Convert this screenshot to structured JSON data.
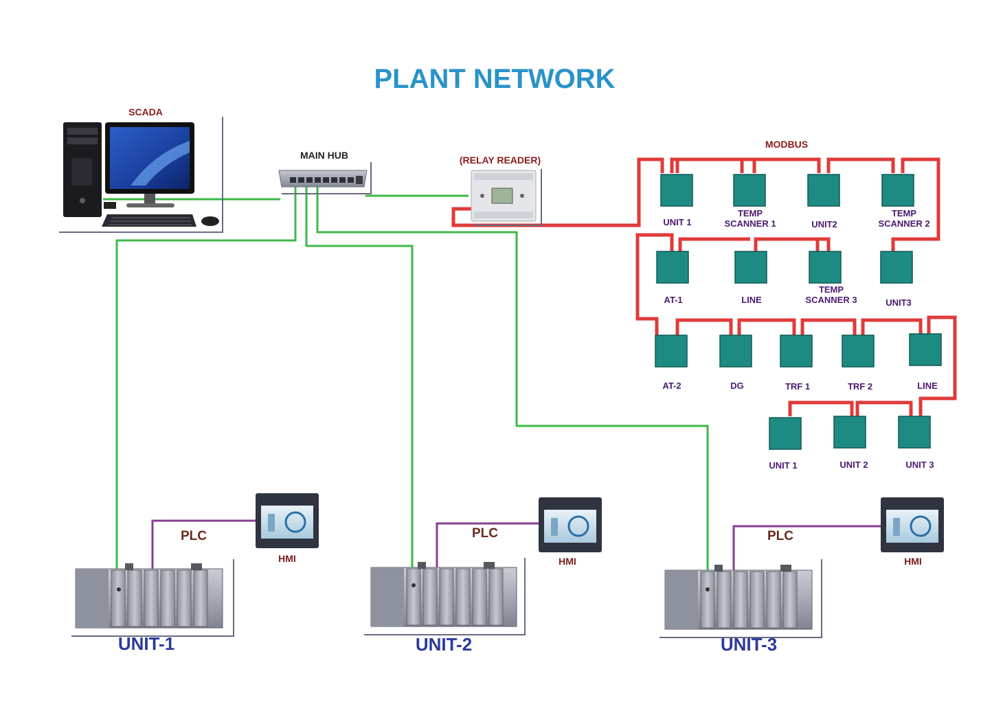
{
  "title": "PLANT NETWORK",
  "labels": {
    "scada": "SCADA",
    "main_hub": "MAIN HUB",
    "relay_reader": "(RELAY READER)",
    "modbus": "MODBUS",
    "plc": "PLC",
    "hmi": "HMI"
  },
  "modbus_rows": [
    [
      {
        "line1": "",
        "line2": "UNIT 1"
      },
      {
        "line1": "TEMP",
        "line2": "SCANNER 1"
      },
      {
        "line1": "",
        "line2": "UNIT2"
      },
      {
        "line1": "TEMP",
        "line2": "SCANNER 2"
      }
    ],
    [
      {
        "line1": "",
        "line2": "AT-1"
      },
      {
        "line1": "",
        "line2": "LINE"
      },
      {
        "line1": "TEMP",
        "line2": "SCANNER 3"
      },
      {
        "line1": "",
        "line2": "UNIT3"
      }
    ],
    [
      {
        "line1": "",
        "line2": "AT-2"
      },
      {
        "line1": "",
        "line2": "DG"
      },
      {
        "line1": "",
        "line2": "TRF 1"
      },
      {
        "line1": "",
        "line2": "TRF 2"
      },
      {
        "line1": "",
        "line2": "LINE"
      }
    ],
    [
      {
        "line1": "",
        "line2": "UNIT 1"
      },
      {
        "line1": "",
        "line2": "UNIT 2"
      },
      {
        "line1": "",
        "line2": "UNIT 3"
      }
    ]
  ],
  "units": [
    {
      "name": "UNIT-1"
    },
    {
      "name": "UNIT-2"
    },
    {
      "name": "UNIT-3"
    }
  ],
  "colors": {
    "title": "#2a93c9",
    "ethernet": "#3db84a",
    "modbus": "#e03a3a",
    "plc_link": "#8a3c96",
    "device": "#1e8b82",
    "unit_label": "#2b3a9c"
  }
}
